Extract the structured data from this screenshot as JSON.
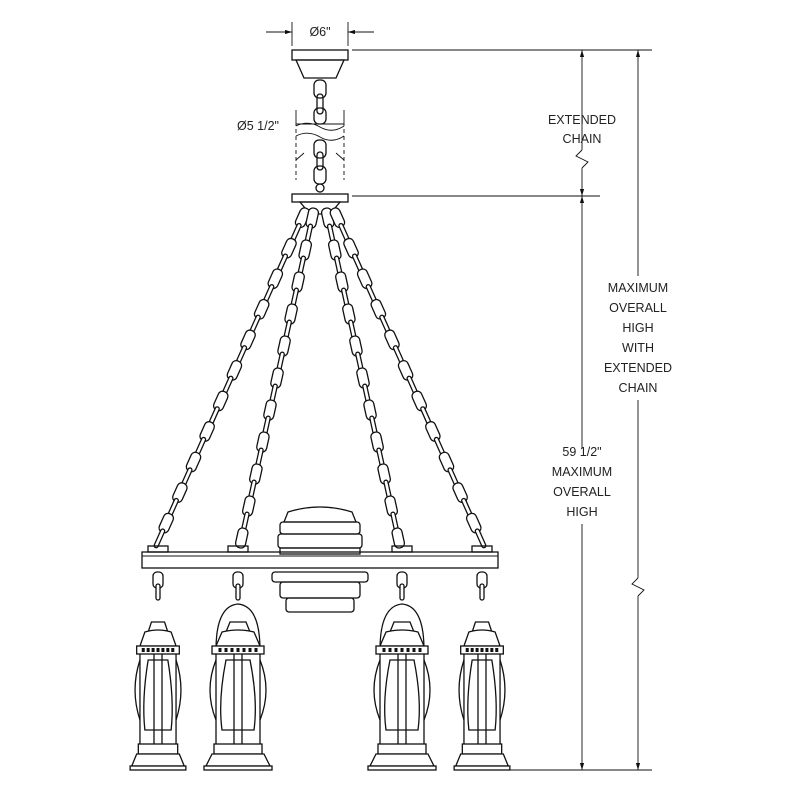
{
  "dimensions": {
    "canopy_diameter": "Ø6\"",
    "chain_collar_diameter": "Ø5 1/2\"",
    "extended_chain": [
      "EXTENDED",
      "CHAIN"
    ],
    "max_overall_with_extended": [
      "MAXIMUM",
      "OVERALL",
      "HIGH",
      "WITH",
      "EXTENDED",
      "CHAIN"
    ],
    "max_overall": [
      "59 1/2\"",
      "MAXIMUM",
      "OVERALL",
      "HIGH"
    ]
  }
}
